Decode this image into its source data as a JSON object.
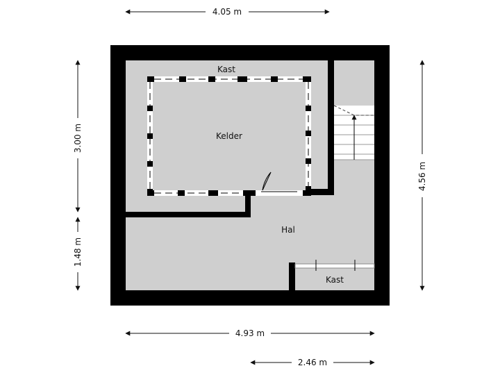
{
  "dimensions": {
    "top_width": "4.05 m",
    "bottom_width": "4.93 m",
    "bottom_width_right": "2.46 m",
    "left_upper": "3.00 m",
    "left_lower": "1.48 m",
    "right_height": "4.56 m"
  },
  "rooms": {
    "kast_top": "Kast",
    "kelder": "Kelder",
    "hal": "Hal",
    "kast_bottom": "Kast"
  },
  "colors": {
    "wall": "#000000",
    "floor": "#cfcfcf",
    "background": "#ffffff"
  }
}
